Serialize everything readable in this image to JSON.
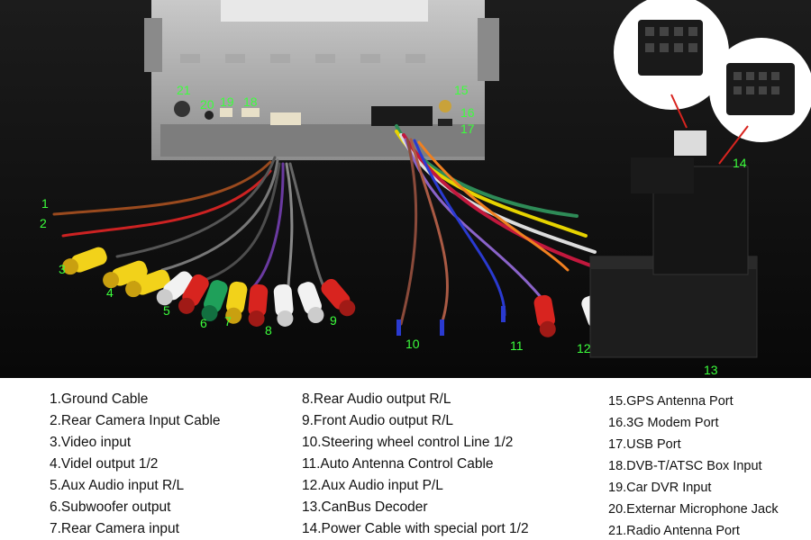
{
  "callouts": [
    "1",
    "2",
    "3",
    "4",
    "5",
    "6",
    "7",
    "8",
    "9",
    "10",
    "11",
    "12",
    "13",
    "14",
    "15",
    "16",
    "17",
    "18",
    "19",
    "20",
    "21"
  ],
  "legend": {
    "col1": [
      "1.Ground Cable",
      "2.Rear Camera Input Cable",
      "3.Video input",
      "4.Videl output 1/2",
      "5.Aux Audio input R/L",
      "6.Subwoofer output",
      "7.Rear Camera input"
    ],
    "col2": [
      "8.Rear Audio output R/L",
      "9.Front Audio output R/L",
      "10.Steering wheel control Line 1/2",
      "11.Auto Antenna Control Cable",
      "12.Aux Audio input P/L",
      "13.CanBus Decoder",
      "14.Power Cable with special port 1/2"
    ],
    "col3": [
      "15.GPS Antenna Port",
      "16.3G Modem Port",
      "17.USB Port",
      "18.DVB-T/ATSC Box Input",
      "19.Car DVR Input",
      "20.Externar Microphone Jack",
      "21.Radio Antenna Port"
    ]
  },
  "colors": {
    "callout_green": "#3cff3c",
    "rca_yellow": "#f2d21a",
    "rca_red": "#d8241f",
    "rca_white": "#f2f2f2",
    "rca_green": "#1fa05a"
  }
}
